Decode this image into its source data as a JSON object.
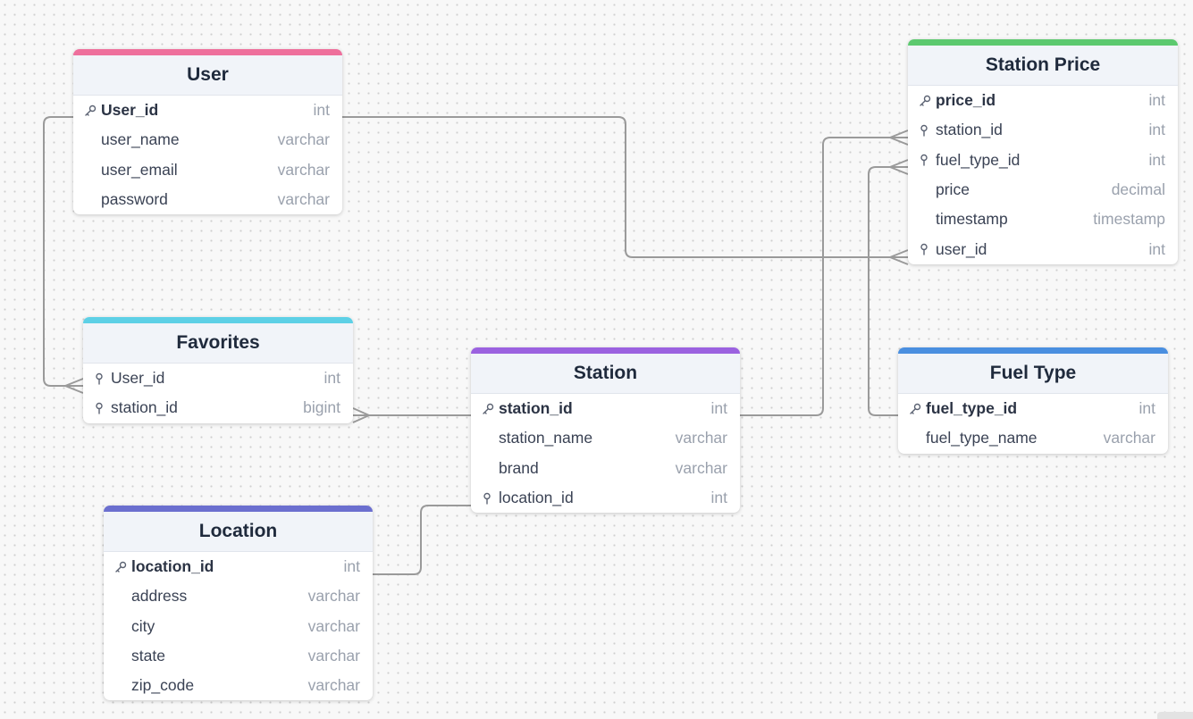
{
  "tables": [
    {
      "id": "user",
      "title": "User",
      "color": "#ee6f9c",
      "rows": [
        {
          "name": "User_id",
          "type": "int",
          "key": "pk"
        },
        {
          "name": "user_name",
          "type": "varchar",
          "key": ""
        },
        {
          "name": "user_email",
          "type": "varchar",
          "key": ""
        },
        {
          "name": "password",
          "type": "varchar",
          "key": ""
        }
      ]
    },
    {
      "id": "favorites",
      "title": "Favorites",
      "color": "#5dd0e6",
      "rows": [
        {
          "name": "User_id",
          "type": "int",
          "key": "fk"
        },
        {
          "name": "station_id",
          "type": "bigint",
          "key": "fk"
        }
      ]
    },
    {
      "id": "location",
      "title": "Location",
      "color": "#6b6fcf",
      "rows": [
        {
          "name": "location_id",
          "type": "int",
          "key": "pk"
        },
        {
          "name": "address",
          "type": "varchar",
          "key": ""
        },
        {
          "name": "city",
          "type": "varchar",
          "key": ""
        },
        {
          "name": "state",
          "type": "varchar",
          "key": ""
        },
        {
          "name": "zip_code",
          "type": "varchar",
          "key": ""
        }
      ]
    },
    {
      "id": "station",
      "title": "Station",
      "color": "#9b62e0",
      "rows": [
        {
          "name": "station_id",
          "type": "int",
          "key": "pk"
        },
        {
          "name": "station_name",
          "type": "varchar",
          "key": ""
        },
        {
          "name": "brand",
          "type": "varchar",
          "key": ""
        },
        {
          "name": "location_id",
          "type": "int",
          "key": "fk"
        }
      ]
    },
    {
      "id": "station_price",
      "title": "Station Price",
      "color": "#5cc96f",
      "rows": [
        {
          "name": "price_id",
          "type": "int",
          "key": "pk"
        },
        {
          "name": "station_id",
          "type": "int",
          "key": "fk"
        },
        {
          "name": "fuel_type_id",
          "type": "int",
          "key": "fk"
        },
        {
          "name": "price",
          "type": "decimal",
          "key": ""
        },
        {
          "name": "timestamp",
          "type": "timestamp",
          "key": ""
        },
        {
          "name": "user_id",
          "type": "int",
          "key": "fk"
        }
      ]
    },
    {
      "id": "fuel_type",
      "title": "Fuel Type",
      "color": "#4a8fe0",
      "rows": [
        {
          "name": "fuel_type_id",
          "type": "int",
          "key": "pk"
        },
        {
          "name": "fuel_type_name",
          "type": "varchar",
          "key": ""
        }
      ]
    }
  ],
  "relations": [
    {
      "from": "user.User_id",
      "to": "favorites.User_id",
      "cardinality": "one-to-many"
    },
    {
      "from": "user.User_id",
      "to": "station_price.user_id",
      "cardinality": "one-to-many"
    },
    {
      "from": "station.station_id",
      "to": "favorites.station_id",
      "cardinality": "one-to-many"
    },
    {
      "from": "station.station_id",
      "to": "station_price.station_id",
      "cardinality": "one-to-many"
    },
    {
      "from": "fuel_type.fuel_type_id",
      "to": "station_price.fuel_type_id",
      "cardinality": "one-to-many"
    },
    {
      "from": "location.location_id",
      "to": "station.location_id",
      "cardinality": "one-to-one"
    }
  ],
  "colors": {
    "line": "#9a9a9a",
    "header_bg": "#f1f4f9",
    "type_text": "#9aa1ad"
  },
  "icons": {
    "primary_key": "key-icon",
    "foreign_key": "pin-icon"
  }
}
